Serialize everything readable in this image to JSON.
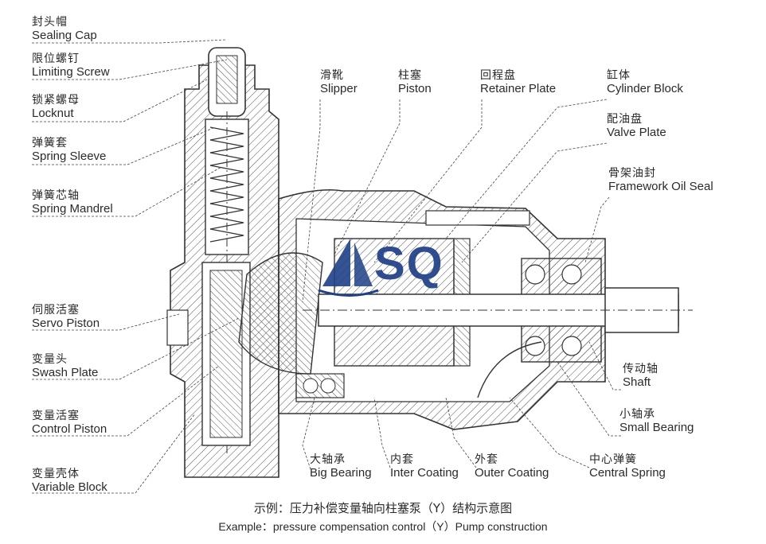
{
  "labels_left": [
    {
      "cn": "封头帽",
      "en": "Sealing Cap"
    },
    {
      "cn": "限位螺钉",
      "en": "Limiting Screw"
    },
    {
      "cn": "锁紧螺母",
      "en": "Locknut"
    },
    {
      "cn": "弹簧套",
      "en": "Spring Sleeve"
    },
    {
      "cn": "弹簧芯轴",
      "en": "Spring Mandrel"
    },
    {
      "cn": "伺服活塞",
      "en": "Servo Piston"
    },
    {
      "cn": "变量头",
      "en": "Swash Plate"
    },
    {
      "cn": "变量活塞",
      "en": "Control Piston"
    },
    {
      "cn": "变量壳体",
      "en": "Variable Block"
    }
  ],
  "labels_top": [
    {
      "cn": "滑靴",
      "en": "Slipper"
    },
    {
      "cn": "柱塞",
      "en": "Piston"
    },
    {
      "cn": "回程盘",
      "en": "Retainer Plate"
    },
    {
      "cn": "缸体",
      "en": "Cylinder Block"
    },
    {
      "cn": "配油盘",
      "en": "Valve Plate"
    },
    {
      "cn": "骨架油封",
      "en": "Framework Oil Seal"
    }
  ],
  "labels_right": [
    {
      "cn": "传动轴",
      "en": "Shaft"
    },
    {
      "cn": "小轴承",
      "en": "Small Bearing"
    }
  ],
  "labels_bottom": [
    {
      "cn": "大轴承",
      "en": "Big Bearing"
    },
    {
      "cn": "内套",
      "en": "Inter Coating"
    },
    {
      "cn": "外套",
      "en": "Outer Coating"
    },
    {
      "cn": "中心弹簧",
      "en": "Central Spring"
    }
  ],
  "logo": {
    "text": "SQ",
    "color": "#1f3f86"
  },
  "caption": {
    "cn": "示例：压力补偿变量轴向柱塞泵（Y）结构示意图",
    "en": "Example：pressure compensation control（Y）Pump construction"
  }
}
